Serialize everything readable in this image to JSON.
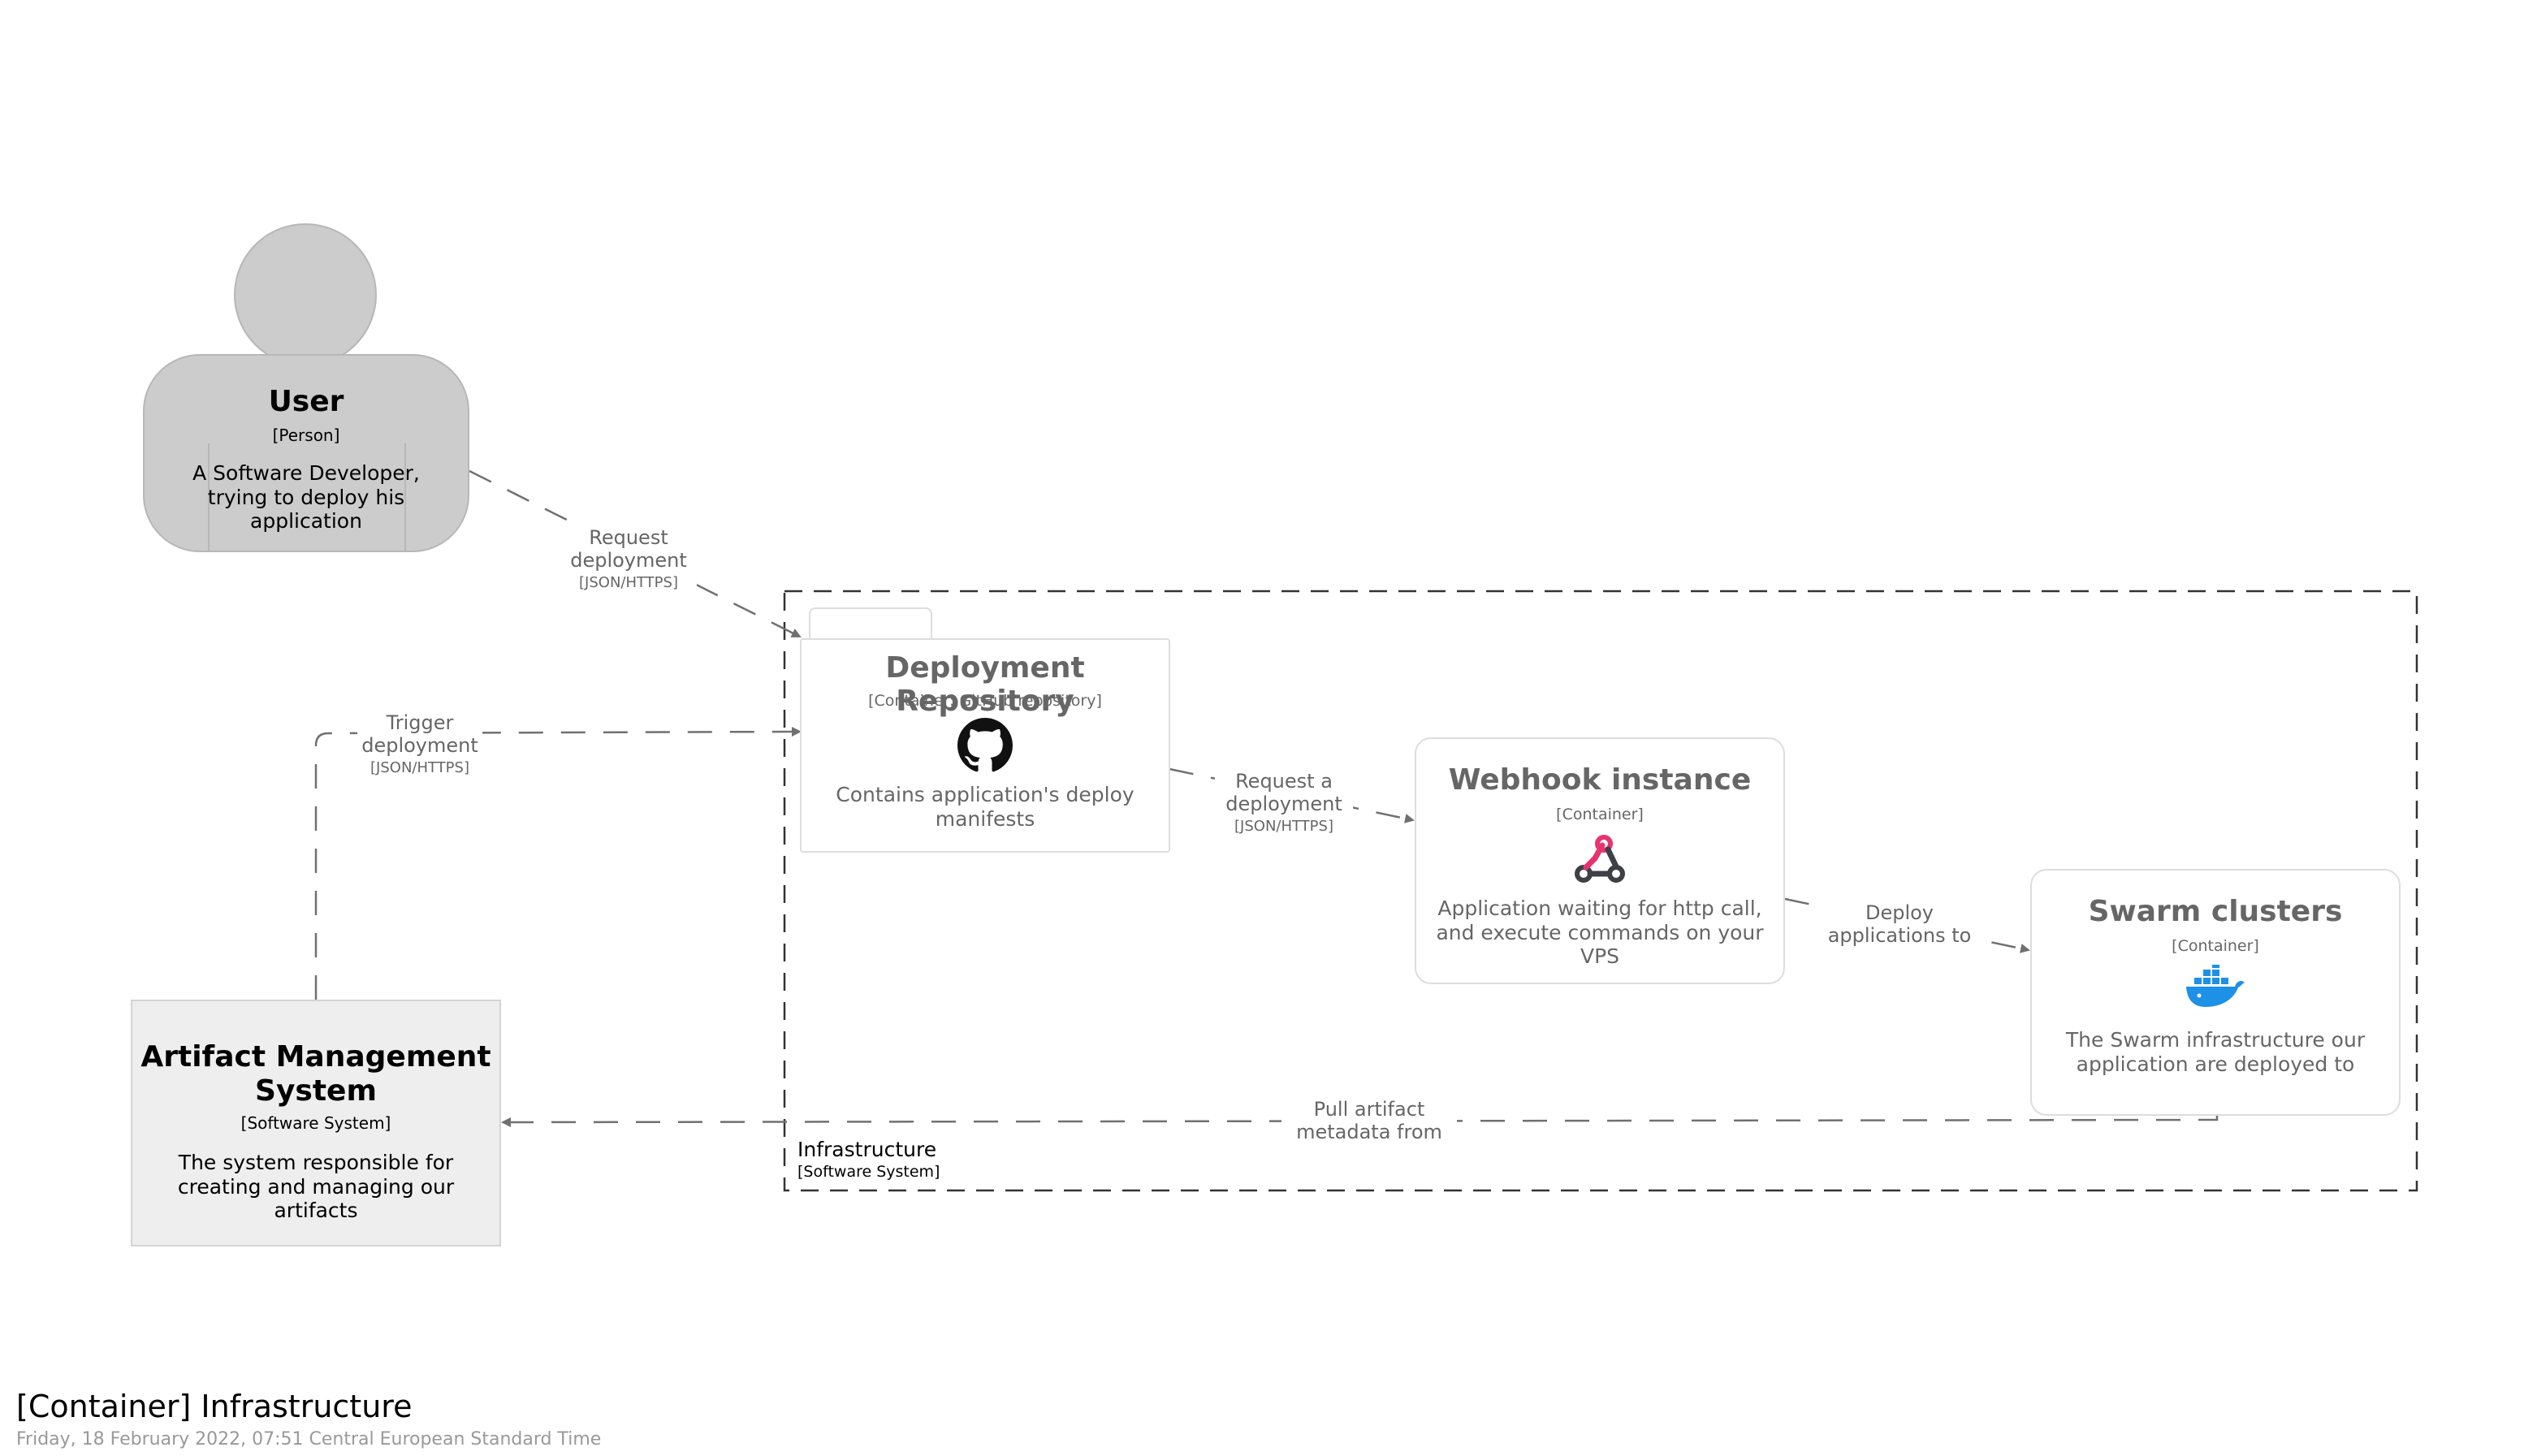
{
  "diagram": {
    "title": "[Container] Infrastructure",
    "timestamp": "Friday, 18 February 2022, 07:51 Central European Standard Time"
  },
  "elements": {
    "user": {
      "name": "User",
      "meta": "[Person]",
      "description": "A Software Developer, trying to deploy his application"
    },
    "artifact_system": {
      "name": "Artifact Management System",
      "meta": "[Software System]",
      "description": "The system responsible for creating and managing our artifacts"
    },
    "deployment_repository": {
      "name": "Deployment Repository",
      "meta": "[Container: GitHub repository]",
      "description": "Contains application's deploy manifests",
      "icon": "github-icon"
    },
    "webhook_instance": {
      "name": "Webhook instance",
      "meta": "[Container]",
      "description": "Application waiting for http call, and execute commands on your VPS",
      "icon": "webhook-icon"
    },
    "swarm_clusters": {
      "name": "Swarm clusters",
      "meta": "[Container]",
      "description": "The Swarm infrastructure our application are deployed to",
      "icon": "docker-icon"
    }
  },
  "boundary": {
    "name": "Infrastructure",
    "meta": "[Software System]"
  },
  "relationships": {
    "user_to_repo": {
      "description": "Request deployment",
      "technology": "[JSON/HTTPS]"
    },
    "artifact_to_repo": {
      "description": "Trigger deployment",
      "technology": "[JSON/HTTPS]"
    },
    "repo_to_webhook": {
      "description": "Request a deployment",
      "technology": "[JSON/HTTPS]"
    },
    "webhook_to_swarm": {
      "description": "Deploy applications to",
      "technology": ""
    },
    "swarm_to_artifact": {
      "description": "Pull artifact metadata from",
      "technology": ""
    }
  },
  "colors": {
    "person_fill": "#cccccc",
    "system_fill": "#eeeeee",
    "container_border": "#dddddd",
    "edge": "#707070",
    "webhook_red": "#e8336e",
    "webhook_dark": "#3f3f48",
    "docker_blue": "#1d91e6"
  }
}
